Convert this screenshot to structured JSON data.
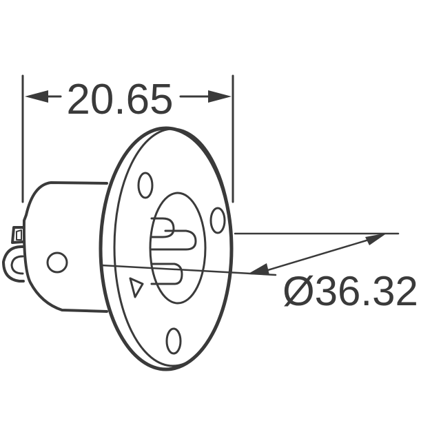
{
  "drawing": {
    "type": "mechanical-dimension-drawing",
    "subject": "panel-mount round flange connector",
    "line_color": "#3a3a3a",
    "background": "#ffffff"
  },
  "dimensions": {
    "depth": {
      "value": "20.65",
      "orientation": "horizontal"
    },
    "flange_diameter": {
      "value": "Ø36.32",
      "orientation": "diagonal"
    }
  },
  "features": {
    "flange_mount_holes": 3,
    "pins": 3,
    "orientation_mark": "triangle"
  }
}
